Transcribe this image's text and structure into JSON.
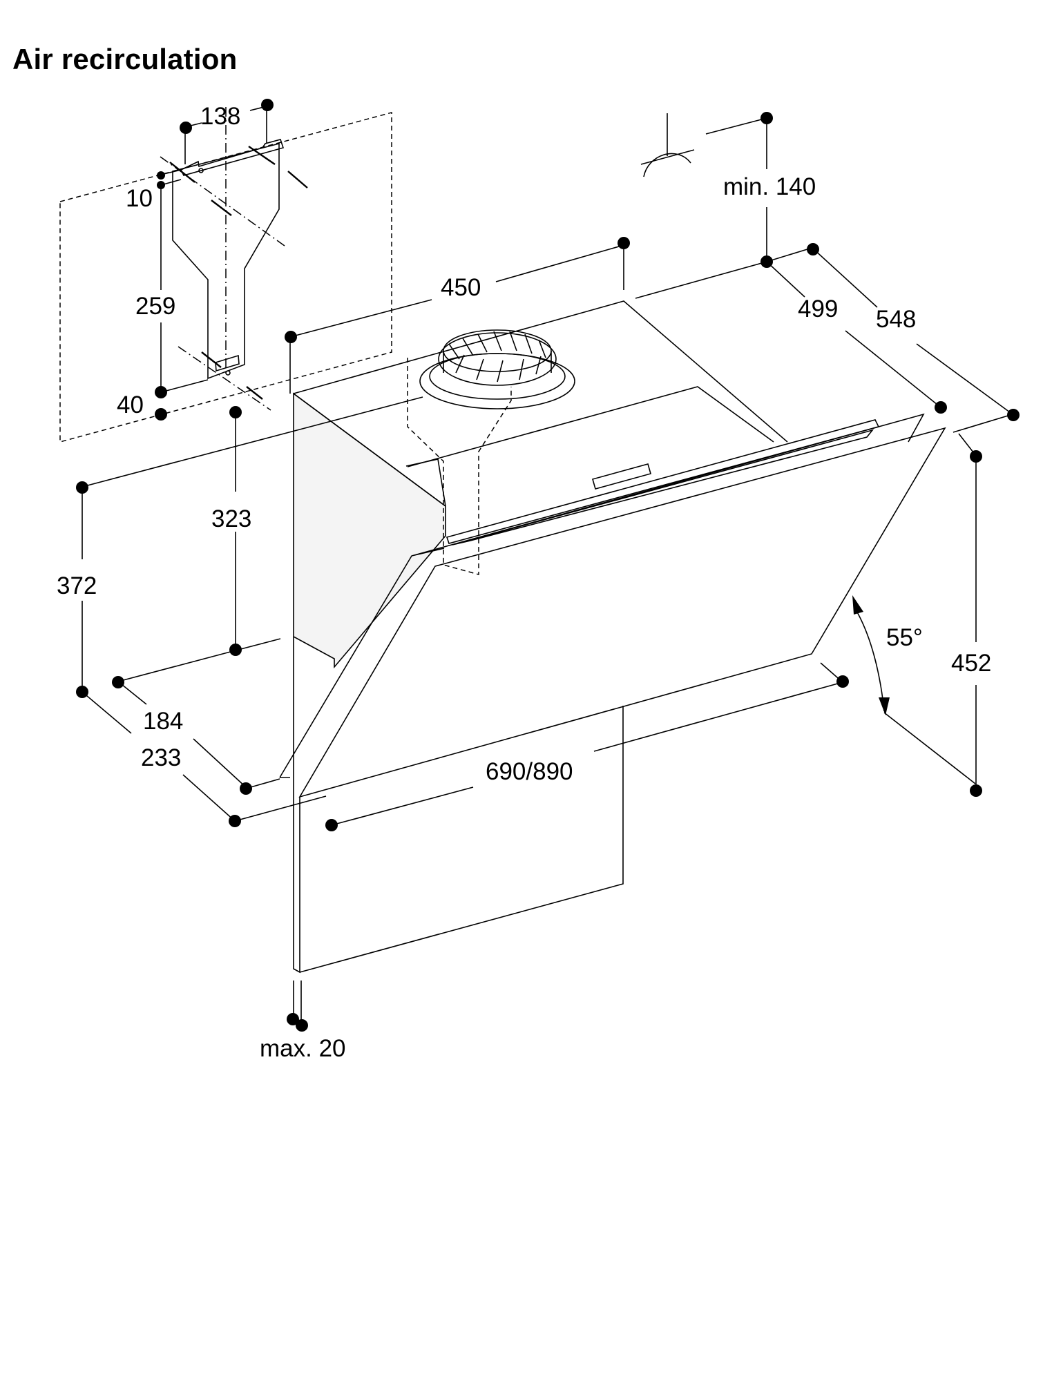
{
  "title": "Air recirculation",
  "dimensions": {
    "bracket_width": "138",
    "bracket_offset": "10",
    "bracket_height": "259",
    "bracket_bottom": "40",
    "ceiling_clearance": "min. 140",
    "depth_top": "450",
    "depth_499": "499",
    "depth_548": "548",
    "height_323": "323",
    "height_372": "372",
    "depth_184": "184",
    "depth_233": "233",
    "width": "690/890",
    "panel_angle": "55°",
    "height_452": "452",
    "wall_gap": "max. 20"
  },
  "colors": {
    "ink": "#000000",
    "side_panel": "#f4f4f4",
    "background": "#ffffff"
  }
}
